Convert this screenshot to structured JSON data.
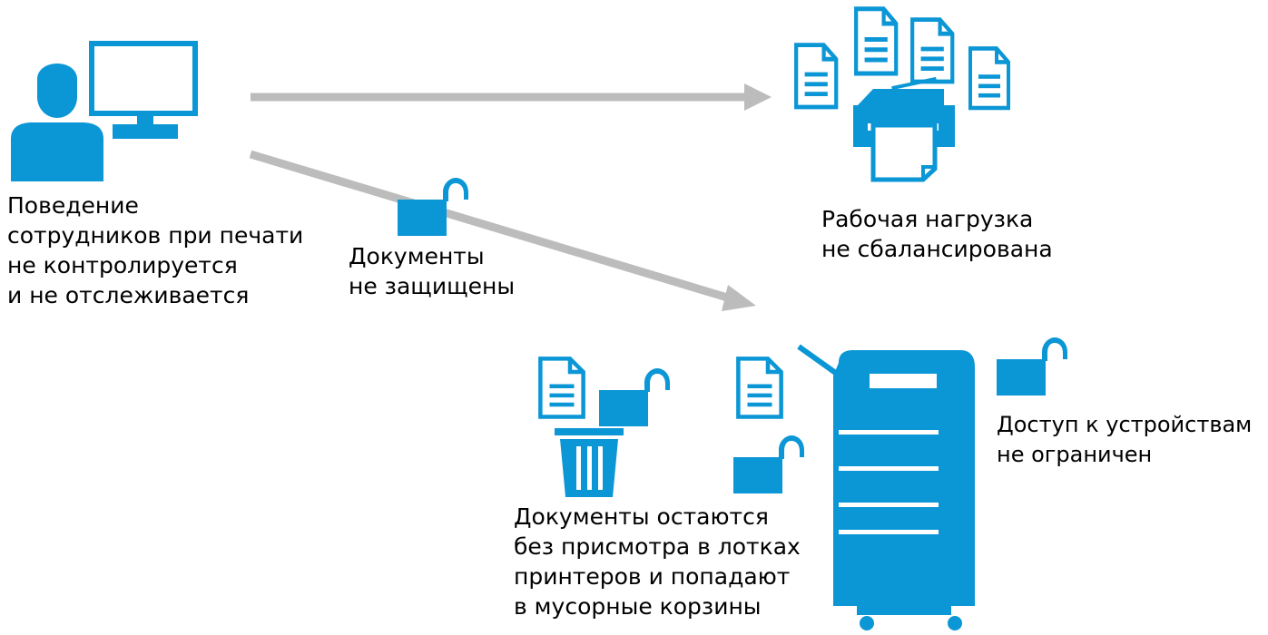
{
  "colors": {
    "accent": "#0b96d6",
    "arrow": "#bcbcbc",
    "text": "#000000"
  },
  "icons": {
    "user_computer": "user-at-computer-icon",
    "print_documents": "document-icon",
    "printer": "multifunction-printer-icon",
    "lock": "unlocked-padlock-icon",
    "trash": "trash-bin-icon",
    "office_printer": "floor-standing-printer-icon"
  },
  "labels": {
    "employee_behavior": [
      "Поведение",
      "сотрудников при печати",
      "не контролируется",
      "и не отслеживается"
    ],
    "docs_unprotected": [
      "Документы",
      "не защищены"
    ],
    "workload": [
      "Рабочая нагрузка",
      "не сбалансирована"
    ],
    "docs_left": [
      "Документы остаются",
      "без присмотра в лотках",
      "принтеров и попадают",
      "в мусорные корзины"
    ],
    "device_access": [
      "Доступ к устройствам",
      "не ограничен"
    ]
  }
}
